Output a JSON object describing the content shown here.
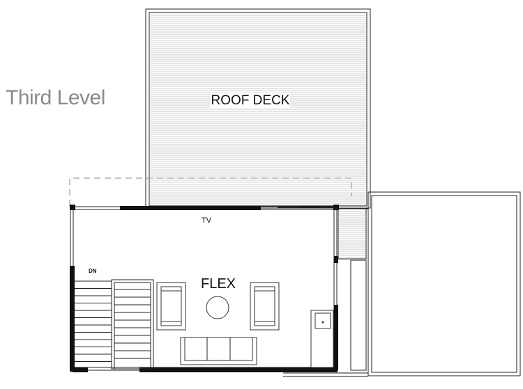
{
  "level_title": "Third Level",
  "rooms": {
    "roof_deck": "ROOF DECK",
    "flex": "FLEX"
  },
  "labels": {
    "tv": "TV",
    "stair_down": "DN"
  }
}
